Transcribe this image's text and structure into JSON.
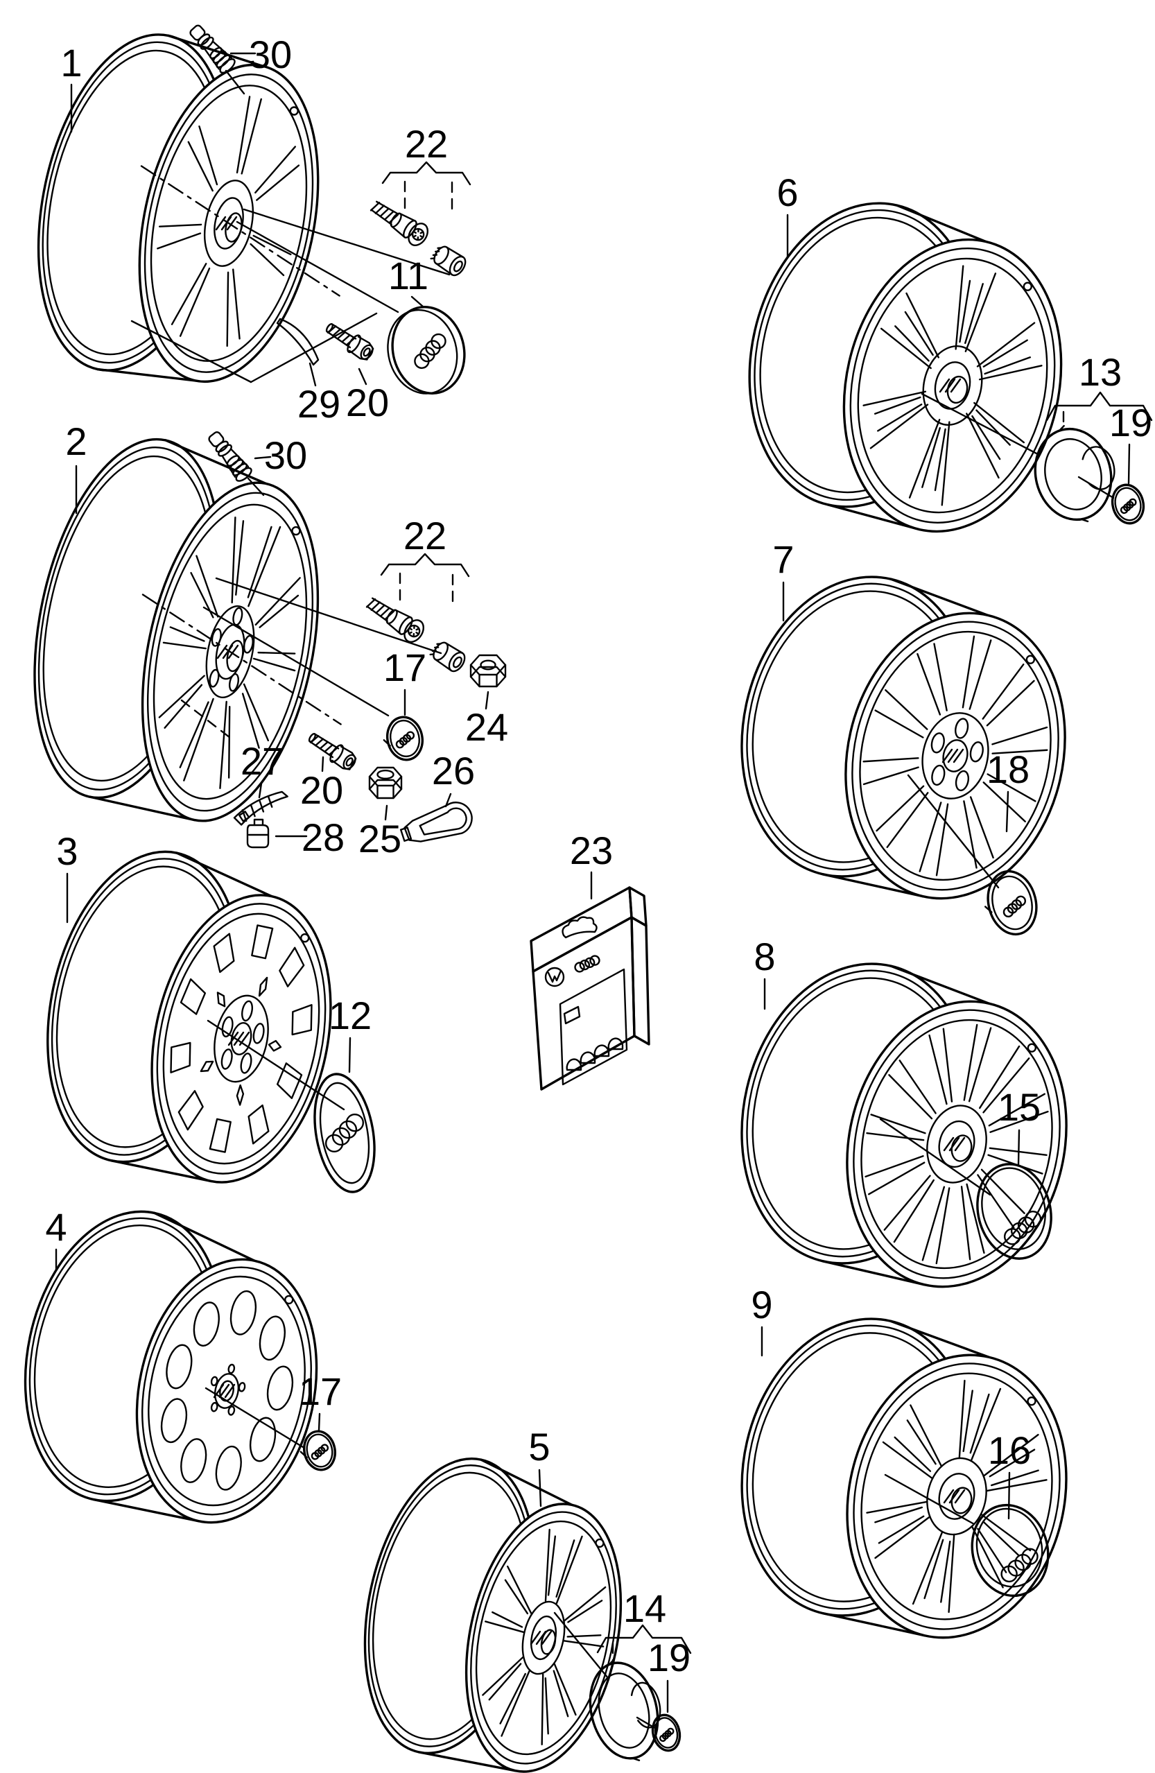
{
  "page": {
    "background": "#ffffff",
    "line_color": "#000000",
    "label_color": "#000000",
    "description_visible_text_only": "exploded parts diagram with numbered callouts"
  },
  "callouts": {
    "wheel_1": "1",
    "wheel_2": "2",
    "wheel_3": "3",
    "wheel_4": "4",
    "wheel_5": "5",
    "wheel_6": "6",
    "wheel_7": "7",
    "wheel_8": "8",
    "wheel_9": "9",
    "cap_11": "11",
    "cap_12": "12",
    "cap_13": "13",
    "cap_14": "14",
    "cap_15": "15",
    "cap_16": "16",
    "cap_17_a": "17",
    "cap_17_b": "17",
    "cap_18": "18",
    "cap_19_a": "19",
    "cap_19_b": "19",
    "bolt_20_a": "20",
    "bolt_20_b": "20",
    "lock_set_a": "22",
    "lock_set_b": "22",
    "kit_23": "23",
    "nut_24": "24",
    "cap_nut_25": "25",
    "cover_26": "26",
    "weight_strip_27": "27",
    "weight_clip_28": "28",
    "hook_29": "29",
    "valve_30_a": "30",
    "valve_30_b": "30"
  }
}
